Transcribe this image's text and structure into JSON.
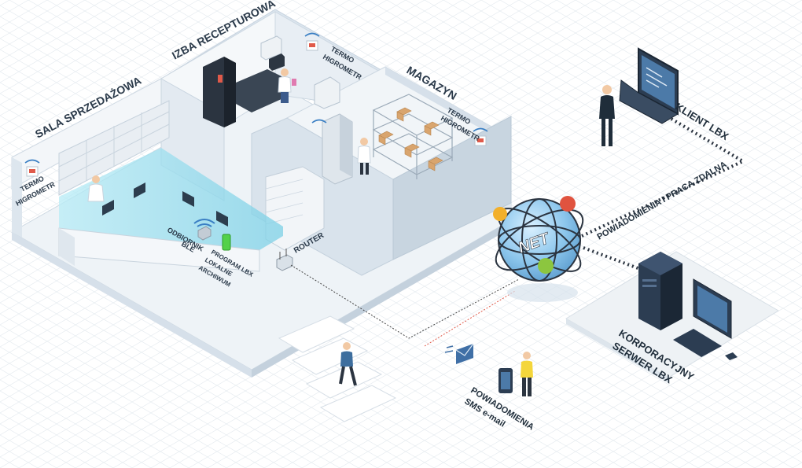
{
  "rooms": {
    "sales": "SALA SPRZEDAŻOWA",
    "compounding": "IZBA RECEPTUROWA",
    "warehouse": "MAGAZYN"
  },
  "sensors": {
    "line1": "TERMO",
    "line2": "HIGROMETR"
  },
  "devices": {
    "ble_line1": "ODBIORNIK",
    "ble_line2": "BLE",
    "program_line1": "PROGRAM LBX",
    "program_line2": "LOKALNE",
    "program_line3": "ARCHIWUM",
    "router": "ROUTER"
  },
  "network": {
    "globe": "NET",
    "client": "KLIENT LBX",
    "remote": "POWIADOMIENIA I PRACA ZDALNA",
    "server_line1": "KORPORACYJNY",
    "server_line2": "SERWER LBX",
    "notify_line1": "POWIADOMIENIA",
    "notify_line2": "SMS e-mail"
  },
  "colors": {
    "floor": "#eef3f7",
    "wall_light": "#f4f7fa",
    "wall_side": "#c9d6e1",
    "glass": "#8fd7ea",
    "globe": "#9fd0f0",
    "alert": "#e05a4a",
    "dark_figure": "#1f2d3a"
  }
}
